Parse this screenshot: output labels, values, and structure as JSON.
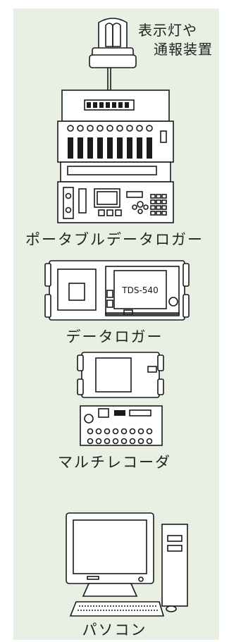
{
  "indicator": {
    "line1": "表示灯や",
    "line2": "通報装置"
  },
  "devices": [
    {
      "label": "ポータブルデータロガー"
    },
    {
      "label": "データロガー",
      "screen_text": "TDS-540"
    },
    {
      "label": "マルチレコーダ"
    },
    {
      "label": "パソコン"
    }
  ],
  "colors": {
    "panel": "#e7f0e2",
    "device_body": "#ffffff",
    "stroke": "#1a1a1a"
  }
}
